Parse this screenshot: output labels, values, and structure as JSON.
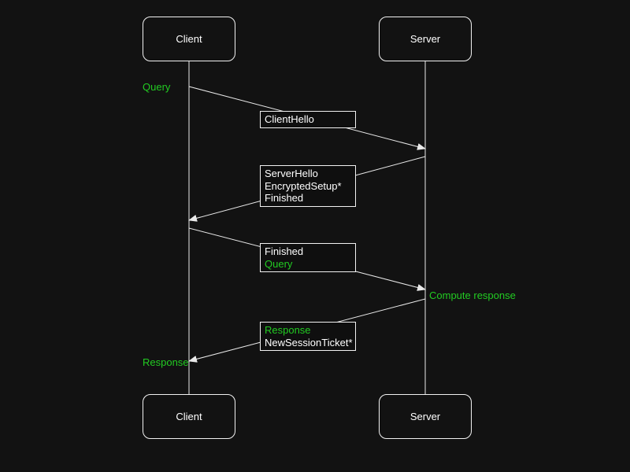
{
  "diagram": {
    "type": "sequence",
    "description": "TLS 1.3 style handshake between Client and Server"
  },
  "actors": {
    "client": "Client",
    "server": "Server"
  },
  "messages": [
    {
      "id": "client-hello",
      "from": "Client",
      "to": "Server",
      "lines": [
        {
          "text": "ClientHello",
          "color": "white"
        }
      ]
    },
    {
      "id": "server-hello",
      "from": "Server",
      "to": "Client",
      "lines": [
        {
          "text": "ServerHello",
          "color": "white"
        },
        {
          "text": "EncryptedSetup*",
          "color": "white"
        },
        {
          "text": "Finished",
          "color": "white"
        }
      ]
    },
    {
      "id": "finished-query",
      "from": "Client",
      "to": "Server",
      "lines": [
        {
          "text": "Finished",
          "color": "white"
        },
        {
          "text": "Query",
          "color": "green"
        }
      ]
    },
    {
      "id": "response-ticket",
      "from": "Server",
      "to": "Client",
      "lines": [
        {
          "text": "Response",
          "color": "green"
        },
        {
          "text": "NewSessionTicket*",
          "color": "white"
        }
      ]
    }
  ],
  "annotations": [
    {
      "id": "query",
      "text": "Query",
      "side": "left-of-client"
    },
    {
      "id": "compute-response",
      "text": "Compute response",
      "side": "right-of-server"
    },
    {
      "id": "response",
      "text": "Response",
      "side": "left-of-client"
    }
  ],
  "colors": {
    "background": "#121212",
    "line": "#e9e9e9",
    "box_border": "#f2f2f2",
    "text": "#ffffff",
    "accent_green": "#22cb22"
  }
}
